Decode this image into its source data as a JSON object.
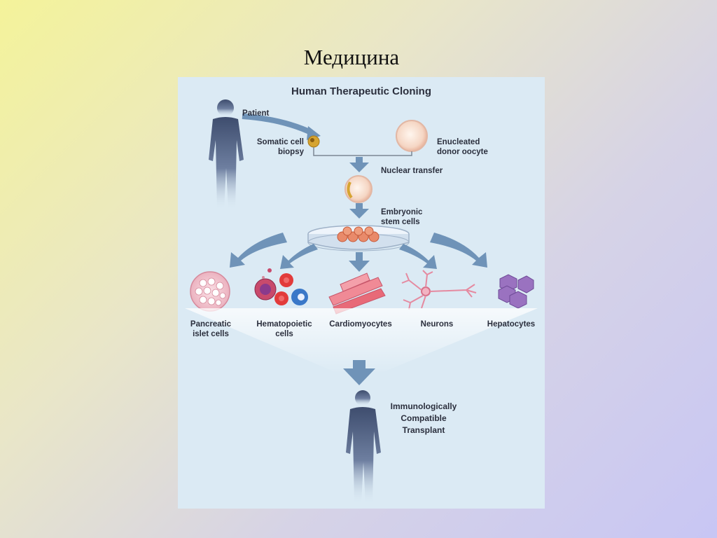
{
  "slide": {
    "title": "Медицина"
  },
  "figure": {
    "title": "Human Therapeutic Cloning",
    "labels": {
      "patient": "Patient",
      "somatic_line1": "Somatic cell",
      "somatic_line2": "biopsy",
      "enucleated_line1": "Enucleated",
      "enucleated_line2": "donor oocyte",
      "nuclear_transfer": "Nuclear transfer",
      "embryonic_line1": "Embryonic",
      "embryonic_line2": "stem cells",
      "transplant_line1": "Immunologically",
      "transplant_line2": "Compatible",
      "transplant_line3": "Transplant"
    },
    "cell_types": [
      {
        "line1": "Pancreatic",
        "line2": "islet cells"
      },
      {
        "line1": "Hematopoietic",
        "line2": "cells"
      },
      {
        "line1": "Cardiomyocytes",
        "line2": ""
      },
      {
        "line1": "Neurons",
        "line2": ""
      },
      {
        "line1": "Hepatocytes",
        "line2": ""
      }
    ],
    "colors": {
      "background": "#dbeaf4",
      "arrow": "#6f93b8",
      "silhouette": "#4a5b7c",
      "text": "#2b2f3d"
    }
  }
}
